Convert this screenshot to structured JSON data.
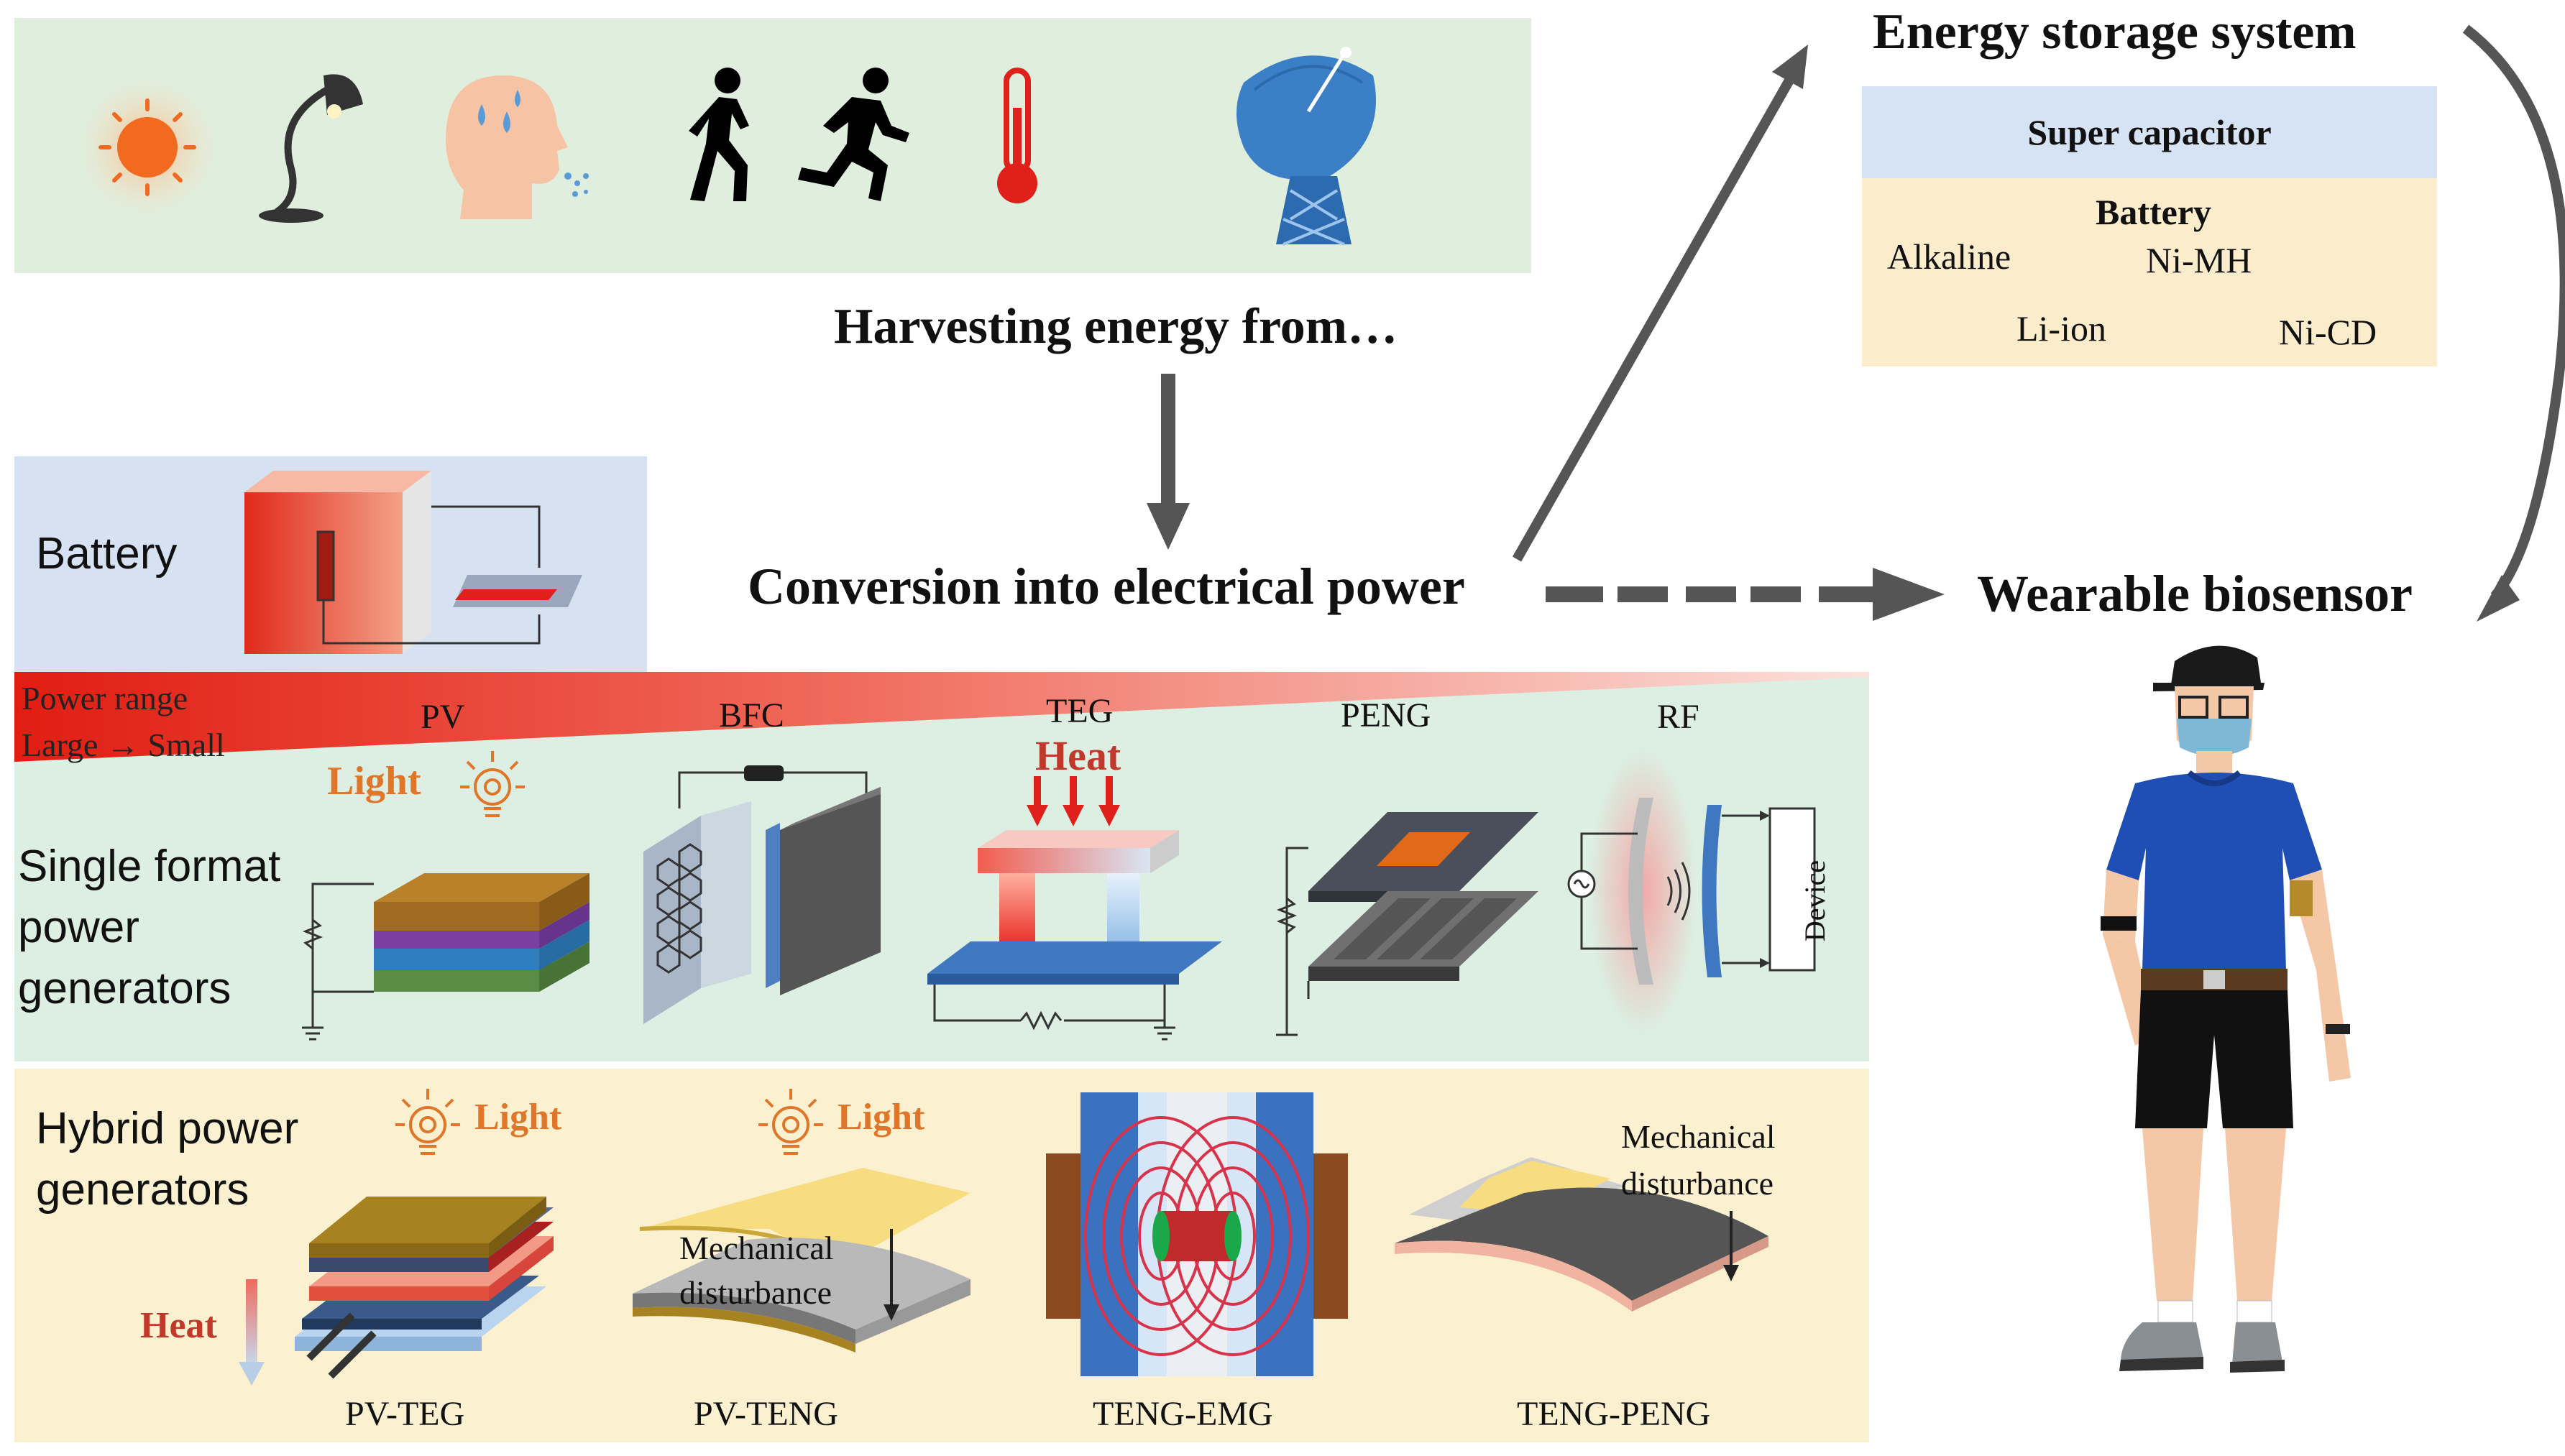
{
  "flow": {
    "harvesting_label": "Harvesting energy from…",
    "conversion_label": "Conversion into electrical power",
    "storage_title": "Energy storage system",
    "biosensor_label": "Wearable biosensor"
  },
  "sources": {
    "icons": [
      "sun-icon",
      "desk-lamp-icon",
      "sweat-breath-head-icon",
      "walking-person-icon",
      "running-person-icon",
      "thermometer-icon",
      "radio-antenna-icon"
    ]
  },
  "storage": {
    "supercap_label": "Super capacitor",
    "battery_label": "Battery",
    "battery_types": [
      "Alkaline",
      "Ni-MH",
      "Li-ion",
      "Ni-CD"
    ]
  },
  "battery_panel": {
    "label": "Battery"
  },
  "power_range": {
    "line1": "Power range",
    "line2": "Large → Small"
  },
  "single": {
    "title_lines": [
      "Single format",
      "power",
      "generators"
    ],
    "columns": [
      "PV",
      "BFC",
      "TEG",
      "PENG",
      "RF"
    ],
    "light_label": "Light",
    "heat_label": "Heat",
    "device_label": "Device"
  },
  "hybrid": {
    "title_lines": [
      "Hybrid power",
      "generators"
    ],
    "light_label_1": "Light",
    "light_label_2": "Light",
    "heat_label": "Heat",
    "mech_1_lines": [
      "Mechanical",
      "disturbance"
    ],
    "mech_2_lines": [
      "Mechanical",
      "disturbance"
    ],
    "columns": [
      "PV-TEG",
      "PV-TENG",
      "TENG-EMG",
      "TENG-PENG"
    ]
  },
  "colors": {
    "sources_bg": "#dfeedd",
    "battery_bg": "#d6e2f2",
    "single_bg": "#dcefe2",
    "hybrid_bg": "#fbf0cf",
    "supercap_bg": "#d5e3f5",
    "battery_box_bg": "#fbeccc",
    "arrow": "#555555",
    "accent_red": "#c0392b"
  }
}
